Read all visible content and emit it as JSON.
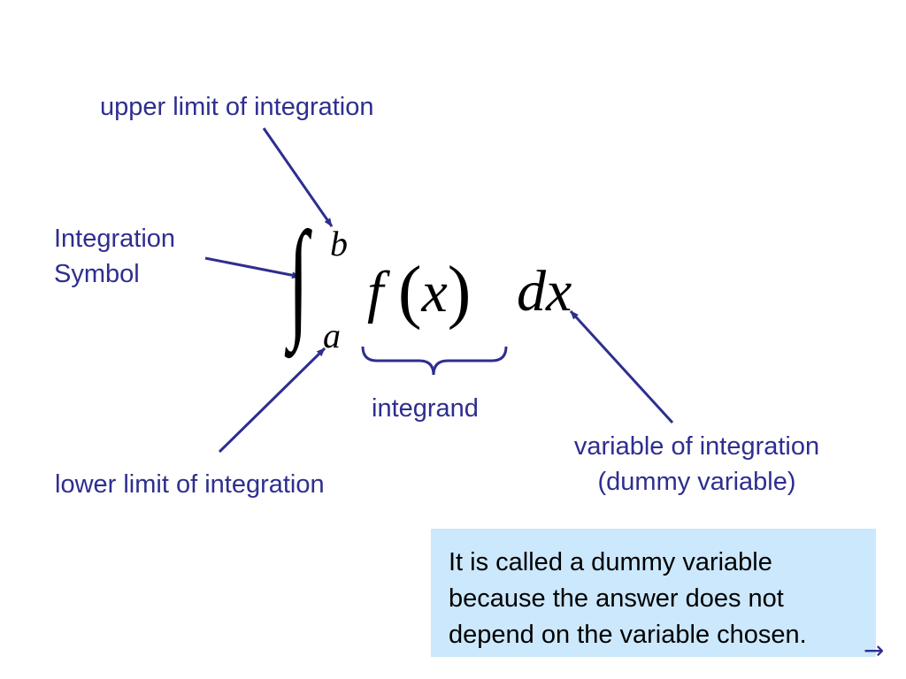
{
  "labels": {
    "upper_limit": "upper limit of integration",
    "symbol_line1": "Integration",
    "symbol_line2": "Symbol",
    "integrand": "integrand",
    "variable_line1": "variable of integration",
    "variable_line2": "(dummy variable)",
    "lower_limit": "lower limit of integration"
  },
  "formula": {
    "integral_sign": "∫",
    "upper_bound": "b",
    "lower_bound": "a",
    "function_name": "f",
    "open_paren": "(",
    "argument": "x",
    "close_paren": ")",
    "differential": "dx"
  },
  "note": {
    "line1": "It is called a dummy variable",
    "line2": "because the answer does not",
    "line3": "depend on the variable chosen."
  },
  "navigation": {
    "next_arrow": "→"
  },
  "colors": {
    "label_text": "#2e2e8f",
    "arrow": "#2e2e8f",
    "note_background": "#cce8fc"
  }
}
